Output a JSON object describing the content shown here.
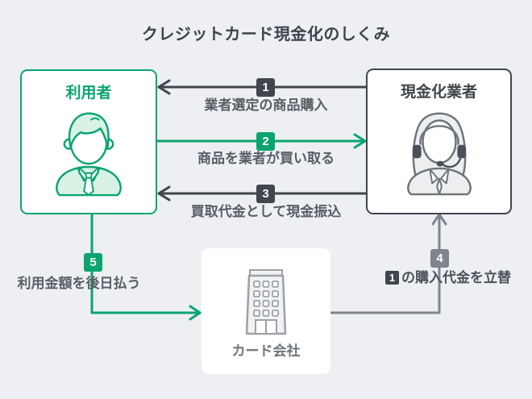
{
  "title": "クレジットカード現金化のしくみ",
  "nodes": {
    "user": {
      "label": "利用者",
      "icon": "businessman-icon",
      "accent": "#0ba471"
    },
    "vendor": {
      "label": "現金化業者",
      "icon": "call-operator-icon",
      "accent": "#3f464c"
    },
    "card_company": {
      "label": "カード会社",
      "icon": "building-icon",
      "accent": "#6d747b"
    }
  },
  "steps": [
    {
      "num": "1",
      "label": "業者選定の商品購入",
      "from": "vendor",
      "to": "user",
      "color": "#3f464c"
    },
    {
      "num": "2",
      "label": "商品を業者が買い取る",
      "from": "user",
      "to": "vendor",
      "color": "#0ba471"
    },
    {
      "num": "3",
      "label": "買取代金として現金振込",
      "from": "vendor",
      "to": "user",
      "color": "#3f464c"
    },
    {
      "num": "4",
      "ref": "1",
      "label": "の購入代金を立替",
      "from": "card_company",
      "to": "vendor",
      "color": "#7e868c"
    },
    {
      "num": "5",
      "label": "利用金額を後日払う",
      "from": "user",
      "to": "card_company",
      "color": "#0ba471"
    }
  ],
  "colors": {
    "background": "#edeff2",
    "green": "#0ba471",
    "green_light": "#d9f2e6",
    "dark": "#3f464c",
    "gray": "#7e868c",
    "label_text": "#575e64"
  }
}
